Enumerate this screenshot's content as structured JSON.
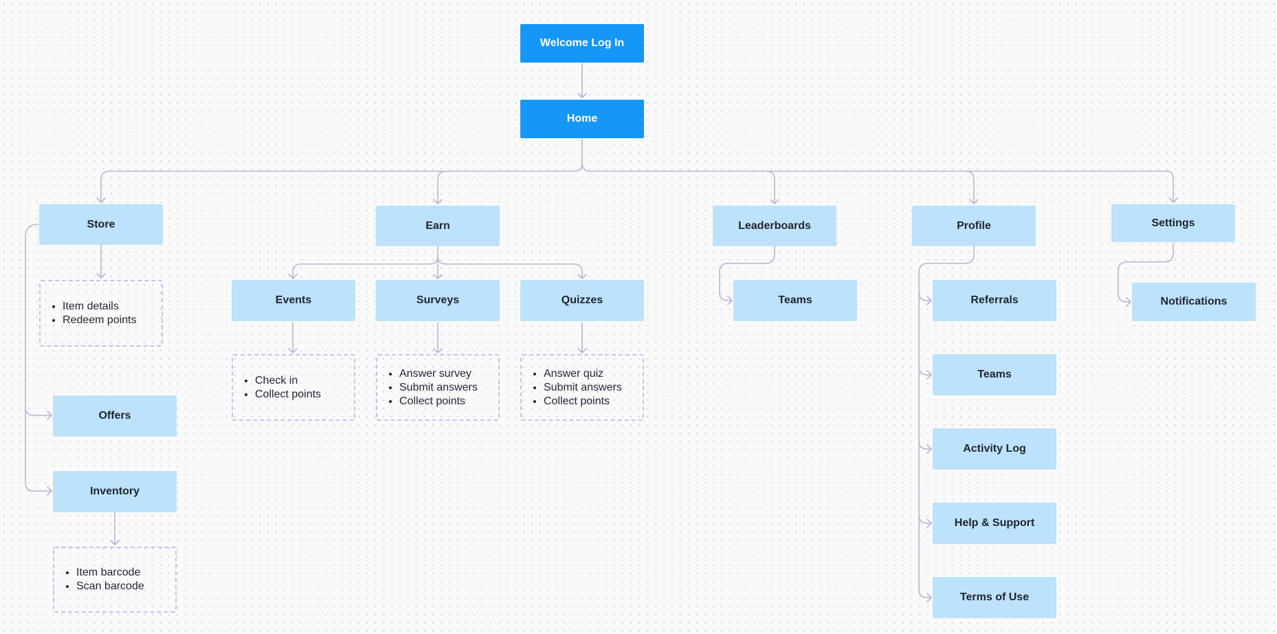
{
  "nodes": {
    "welcome": "Welcome Log In",
    "home": "Home",
    "store": "Store",
    "earn": "Earn",
    "leaderboards": "Leaderboards",
    "profile": "Profile",
    "settings": "Settings",
    "events": "Events",
    "surveys": "Surveys",
    "quizzes": "Quizzes",
    "teams_leaderboards": "Teams",
    "referrals": "Referrals",
    "teams_profile": "Teams",
    "activity_log": "Activity Log",
    "help_support": "Help & Support",
    "terms": "Terms of Use",
    "notifications": "Notifications",
    "offers": "Offers",
    "inventory": "Inventory"
  },
  "notes": {
    "store": [
      "Item details",
      "Redeem points"
    ],
    "events": [
      "Check in",
      "Collect points"
    ],
    "surveys": [
      "Answer survey",
      "Submit answers",
      "Collect points"
    ],
    "quizzes": [
      "Answer quiz",
      "Submit answers",
      "Collect points"
    ],
    "inventory": [
      "Item barcode",
      "Scan barcode"
    ]
  },
  "colors": {
    "primary_node": "#1597f8",
    "secondary_node": "#bde2fb",
    "connector": "#b8b6d2",
    "note_border": "#c7c1ec"
  }
}
